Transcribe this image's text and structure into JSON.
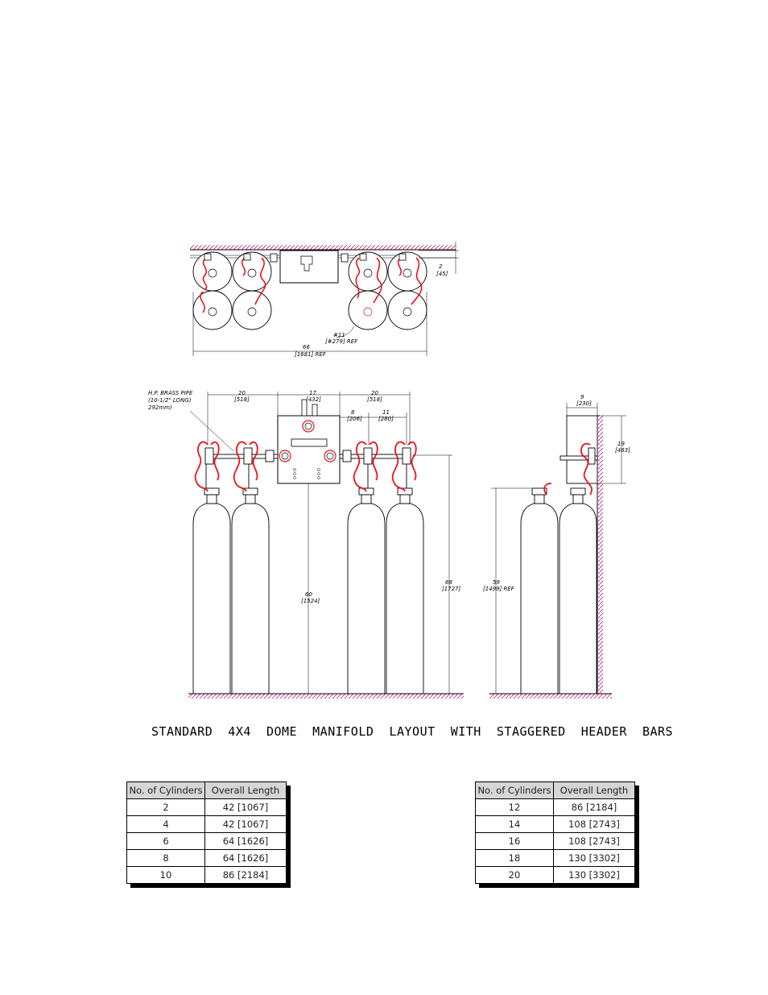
{
  "top_view": {
    "dim_depth": "2",
    "dim_depth_metric": "[45]",
    "dim_cylinder": "#11",
    "dim_cylinder_metric": "[#279] REF",
    "dim_overall": "66",
    "dim_overall_metric": "[1681] REF"
  },
  "front_view": {
    "pipe_label_1": "H.P. BRASS PIPE",
    "pipe_label_2": "(10-1/2\" LONG)",
    "pipe_label_3": "292mm)",
    "dim_left_span": "20",
    "dim_left_span_metric": "[518]",
    "dim_manifold_width": "17",
    "dim_manifold_width_metric": "[432]",
    "dim_right_span": "20",
    "dim_right_span_metric": "[518]",
    "dim_offset_a": "8",
    "dim_offset_a_metric": "[206]",
    "dim_offset_b": "11",
    "dim_offset_b_metric": "[280]",
    "dim_mount_height": "60",
    "dim_mount_height_metric": "[1524]",
    "dim_total_height": "68",
    "dim_total_height_metric": "[1727]"
  },
  "side_view": {
    "dim_depth": "9",
    "dim_depth_metric": "[230]",
    "dim_box_height": "19",
    "dim_box_height_metric": "[483]",
    "dim_cylinder_height": "59",
    "dim_cylinder_height_metric": "[1499] REF"
  },
  "caption": "STANDARD  4X4  DOME  MANIFOLD  LAYOUT  WITH  STAGGERED  HEADER  BARS",
  "table_left": {
    "headers": [
      "No. of Cylinders",
      "Overall Length"
    ],
    "rows": [
      [
        "2",
        "42 [1067]"
      ],
      [
        "4",
        "42 [1067]"
      ],
      [
        "6",
        "64 [1626]"
      ],
      [
        "8",
        "64 [1626]"
      ],
      [
        "10",
        "86 [2184]"
      ]
    ]
  },
  "table_right": {
    "headers": [
      "No. of Cylinders",
      "Overall Length"
    ],
    "rows": [
      [
        "12",
        "86 [2184]"
      ],
      [
        "14",
        "108 [2743]"
      ],
      [
        "16",
        "108 [2743]"
      ],
      [
        "18",
        "130 [3302]"
      ],
      [
        "20",
        "130 [3302]"
      ]
    ]
  },
  "colors": {
    "line": "#000000",
    "pigtail": "#e8141a",
    "accent": "#c0186a",
    "header": "#d6d6d6"
  }
}
